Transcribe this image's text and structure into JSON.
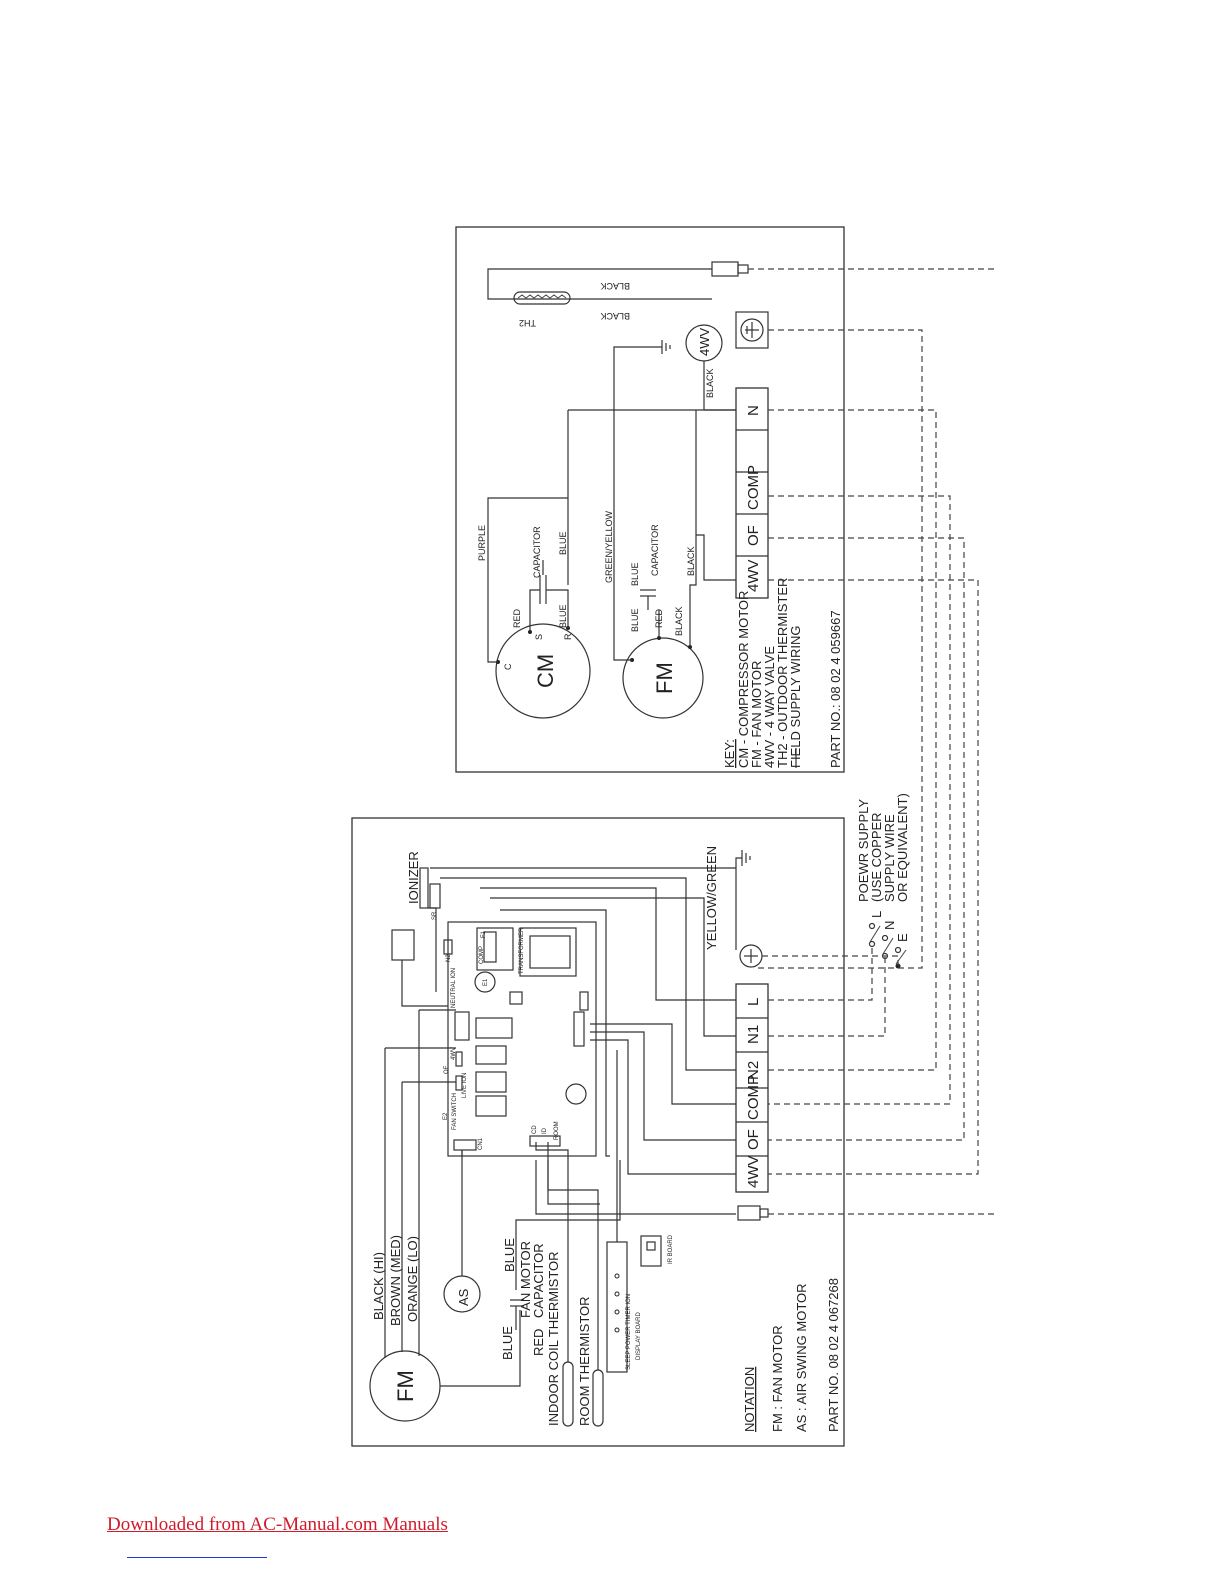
{
  "outdoor": {
    "th2_wire_top": "BLACK",
    "th2_wire_bottom": "BLACK",
    "th2_label": "TH2",
    "valve_symbol": "4WV",
    "valve_wire": "BLACK",
    "compressor_symbol": "CM",
    "compressor_pins": [
      "C",
      "S",
      "R"
    ],
    "wire_purple": "PURPLE",
    "cap1_label": "CAPACITOR",
    "cap1_red": "RED",
    "cap1_blue": "BLUE",
    "wire_blue": "BLUE",
    "wire_greenyellow": "GREEN/YELLOW",
    "cap2_label": "CAPACITOR",
    "cap2_blue_top": "BLUE",
    "fan_symbol": "FM",
    "fan_blue": "BLUE",
    "fan_red": "RED",
    "fan_black": "BLACK",
    "wire_black": "BLACK",
    "terminals": [
      "4WV",
      "OF",
      "COMP",
      "",
      "N"
    ],
    "key_title": "KEY:",
    "key_lines": [
      "CM  -  COMPRESSOR MOTOR",
      "FM  -  FAN MOTOR",
      "4WV -  4 WAY VALVE",
      "TH2 -  OUTDOOR THERMISTER",
      "        FIELD SUPPLY WIRING"
    ],
    "part_no": "PART NO.: 08  02  4  059667"
  },
  "indoor": {
    "wire_hi": "BLACK (HI)",
    "wire_med": "BROWN (MED)",
    "wire_lo": "ORANGE (LO)",
    "fan_symbol": "FM",
    "swing_symbol": "AS",
    "cap_blue_top": "BLUE",
    "cap_label_1": "FAN MOTOR",
    "cap_label_2": "CAPACITOR",
    "cap_blue_left": "BLUE",
    "cap_red": "RED",
    "coil_thermistor": "INDOOR COIL THERMISTOR",
    "room_thermistor": "ROOM THERMISTOR",
    "ionizer": "IONIZER",
    "yellow_green": "YELLOW/GREEN",
    "transformer": "TRANSFORMER",
    "pcb_labels": [
      "NEUTRAL ION",
      "N2",
      "CN1",
      "FAN SWITCH",
      "LIVE ION",
      "OF",
      "4WV",
      "COMP",
      "F1",
      "CD",
      "ID",
      "ROOM",
      "E1",
      "E2",
      "SR"
    ],
    "display_board": "DISPLAY BOARD",
    "display_keys": "SLEEP POWER TIMER ION",
    "ir_board": "IR BOARD",
    "terminals": [
      "L",
      "N1",
      "N2",
      "COMP",
      "OF",
      "4WV"
    ],
    "power_supply": [
      "POEWR SUPPLY",
      "(USE COPPER",
      "SUPPLY WIRE",
      "OR EQUIVALENT)"
    ],
    "switch_letters": [
      "L",
      "N",
      "E"
    ],
    "notation_title": "NOTATION",
    "notation_lines": [
      "FM  :  FAN MOTOR",
      "AS  :  AIR SWING MOTOR"
    ],
    "part_no": "PART NO. 08  02  4  067268"
  },
  "footer": {
    "link_text": "Downloaded from AC-Manual.com Manuals"
  }
}
